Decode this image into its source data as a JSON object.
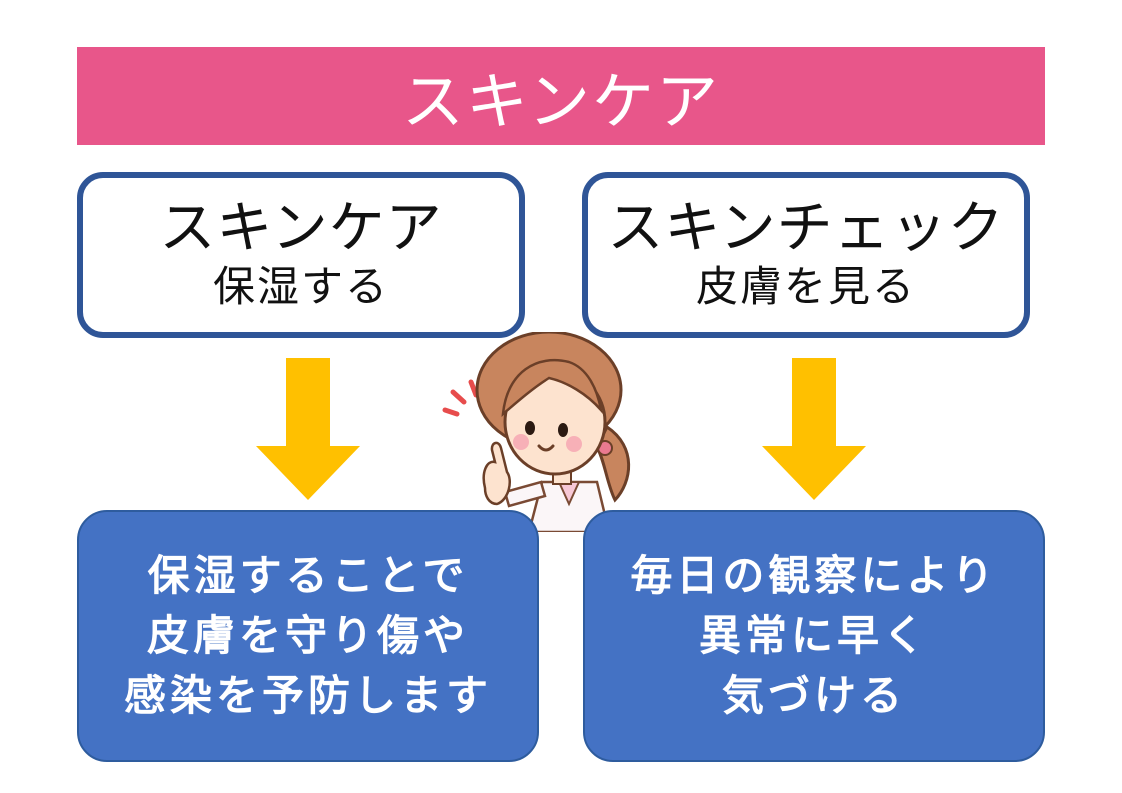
{
  "banner": {
    "title": "スキンケア"
  },
  "left_card": {
    "title": "スキンケア",
    "subtitle": "保湿する"
  },
  "right_card": {
    "title": "スキンチェック",
    "subtitle": "皮膚を見る"
  },
  "left_result": {
    "lines": [
      "保湿することで",
      "皮膚を守り傷や",
      "感染を予防します"
    ]
  },
  "right_result": {
    "lines": [
      "毎日の観察により",
      "異常に早く",
      "気づける"
    ]
  },
  "colors": {
    "banner": "#e8568a",
    "card_border": "#2f5597",
    "arrow": "#ffc000",
    "result_box": "#4472c4"
  },
  "icons": {
    "arrows": "arrow-down-icon",
    "illustration": "nurse-pointing-illustration"
  }
}
